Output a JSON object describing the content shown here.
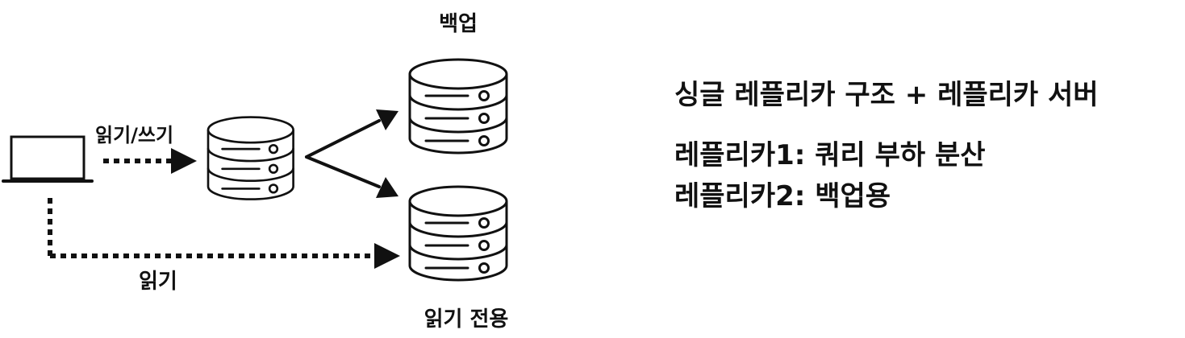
{
  "labels": {
    "read_write": "읽기/쓰기",
    "read": "읽기",
    "backup": "백업",
    "read_only": "읽기 전용"
  },
  "notes": {
    "title": "싱글 레플리카 구조 + 레플리카 서버",
    "replica1": "레플리카1: 쿼리 부하 분산",
    "replica2": "레플리카2: 백업용"
  },
  "colors": {
    "stroke": "#111111",
    "background": "#ffffff"
  },
  "icons": [
    "laptop-icon",
    "database-server-icon",
    "arrow-icon"
  ]
}
